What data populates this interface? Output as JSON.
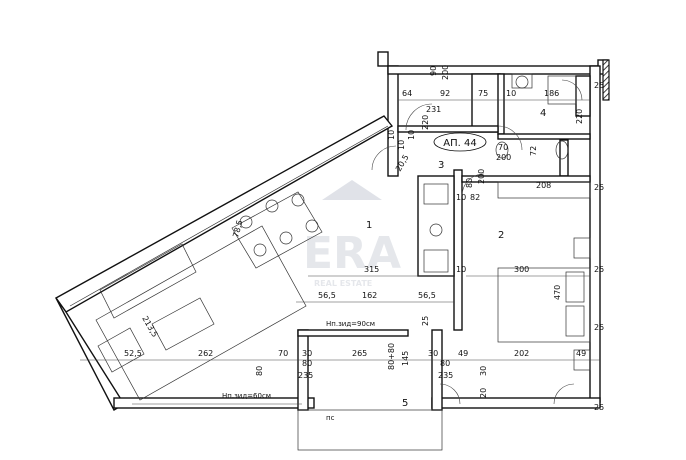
{
  "apartment_label": "АП. 44",
  "watermark": {
    "logo": "ERA",
    "sub": "REAL ESTATE"
  },
  "rooms": [
    "1",
    "2",
    "3",
    "4",
    "5"
  ],
  "notes": {
    "upper": "Нп.зид=90см",
    "lower": "Нп.зид=60см",
    "pc": "пс"
  },
  "dims": {
    "d90": "90",
    "d200a": "200",
    "d64": "64",
    "d92": "92",
    "d75": "75",
    "d10a": "10",
    "d186": "186",
    "d231": "231",
    "d220a": "220",
    "d220b": "220",
    "d10b": "10",
    "d10c": "10",
    "d70": "70",
    "d200b": "200",
    "d72": "72",
    "d80a": "80",
    "d200c": "200",
    "d208": "208",
    "d25a": "25",
    "d10d": "10",
    "d82": "82",
    "d78": "78,5",
    "d315": "315",
    "d10e": "10",
    "d300": "300",
    "d25b": "25",
    "d470": "470",
    "d56a": "56,5",
    "d162": "162",
    "d56b": "56,5",
    "d213": "213,5",
    "d52": "52,5",
    "d262": "262",
    "d70b": "70",
    "d30a": "30",
    "d265": "265",
    "d80_80": "80+80",
    "d145": "145",
    "d30b": "30",
    "d49a": "49",
    "d202": "202",
    "d49b": "49",
    "d80b": "80",
    "d235a": "235",
    "d80c": "80",
    "d235b": "235",
    "d80d": "80",
    "d30c": "30",
    "d20": "20",
    "d25c": "25",
    "d25d": "25",
    "d25e": "25",
    "d25f": "25",
    "d10f": "10",
    "d20b": "20,5"
  }
}
